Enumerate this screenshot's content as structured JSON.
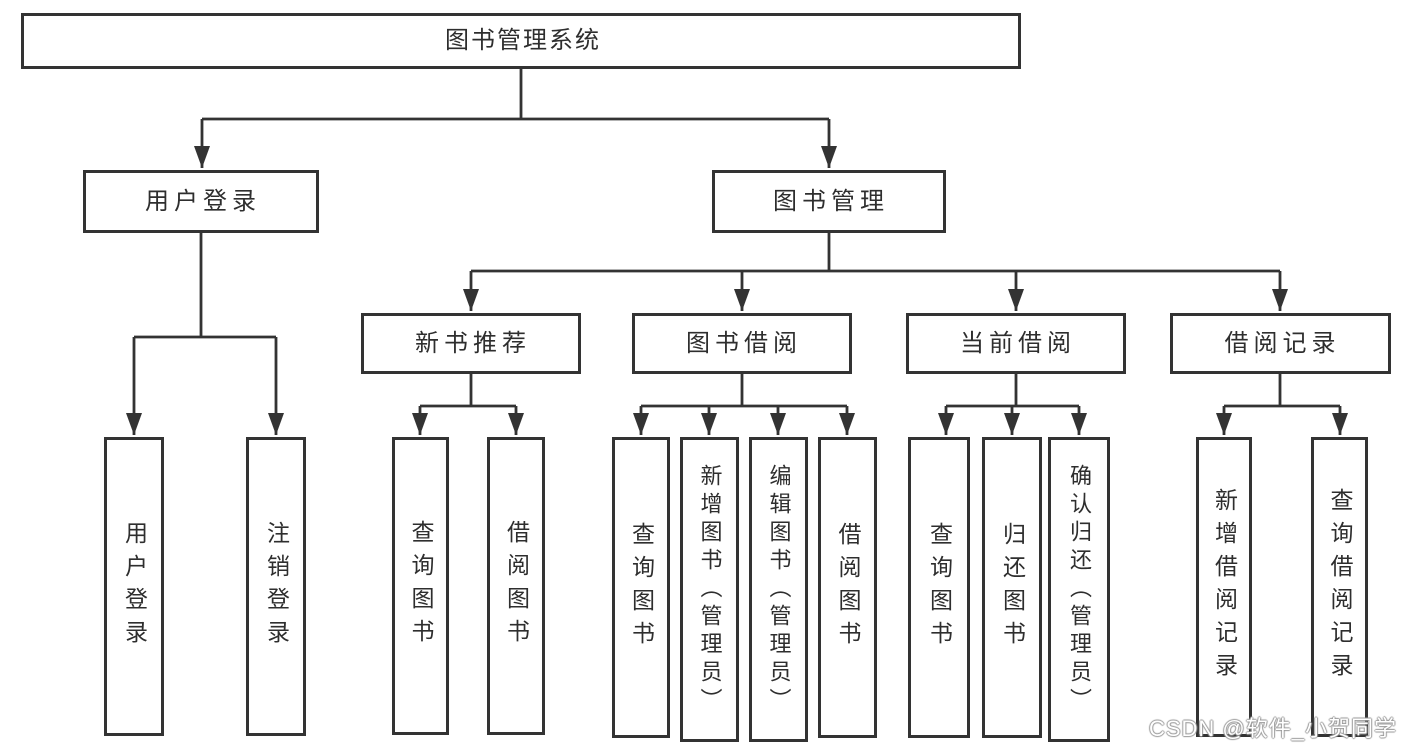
{
  "diagram": {
    "tree": {
      "root": "图书管理系统",
      "branches": [
        {
          "label": "用户登录",
          "children": [
            {
              "label": "用户登录"
            },
            {
              "label": "注销登录"
            }
          ]
        },
        {
          "label": "图书管理",
          "children": [
            {
              "label": "新书推荐",
              "children": [
                {
                  "label": "查询图书"
                },
                {
                  "label": "借阅图书"
                }
              ]
            },
            {
              "label": "图书借阅",
              "children": [
                {
                  "label": "查询图书"
                },
                {
                  "label": "新增图书（管理员）"
                },
                {
                  "label": "编辑图书（管理员）"
                },
                {
                  "label": "借阅图书"
                }
              ]
            },
            {
              "label": "当前借阅",
              "children": [
                {
                  "label": "查询图书"
                },
                {
                  "label": "归还图书"
                },
                {
                  "label": "确认归还（管理员）"
                }
              ]
            },
            {
              "label": "借阅记录",
              "children": [
                {
                  "label": "新增借阅记录"
                },
                {
                  "label": "查询借阅记录"
                }
              ]
            }
          ]
        }
      ]
    },
    "colors": {
      "line": "#333333",
      "text": "#2e2e2e",
      "background": "#ffffff",
      "watermark_outline": "#9a9a9a"
    }
  },
  "watermark": {
    "text": "CSDN @软件_小贺同学"
  }
}
